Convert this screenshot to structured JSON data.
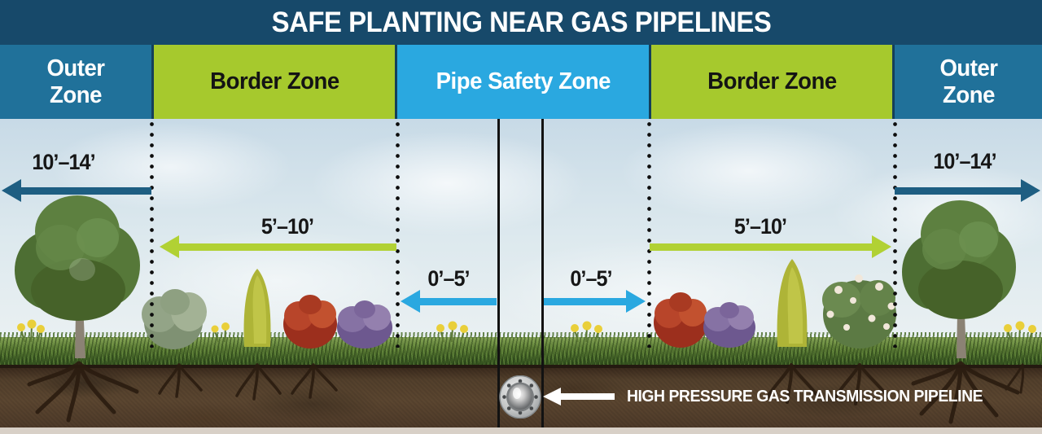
{
  "title": "SAFE PLANTING NEAR GAS PIPELINES",
  "zones": [
    {
      "id": "outer-left",
      "label": "Outer Zone"
    },
    {
      "id": "border-left",
      "label": "Border Zone"
    },
    {
      "id": "pipe-safety",
      "label": "Pipe Safety Zone"
    },
    {
      "id": "border-right",
      "label": "Border Zone"
    },
    {
      "id": "outer-right",
      "label": "Outer Zone"
    }
  ],
  "measurements": {
    "outer_left": "10’–14’",
    "border_left": "5’–10’",
    "pipe_left": "0’–5’",
    "pipe_right": "0’–5’",
    "border_right": "5’–10’",
    "outer_right": "10’–14’"
  },
  "callout": {
    "label": "HIGH PRESSURE GAS TRANSMISSION PIPELINE"
  },
  "colors": {
    "banner_navy": "#17496a",
    "outer_zone_teal": "#20719a",
    "border_zone_green": "#a6c92d",
    "pipe_zone_blue": "#2aa8e0",
    "outer_range_arrow": "#1e5e82",
    "border_range_arrow": "#b1d134",
    "pipe_range_arrow": "#2aa8e0",
    "callout_white": "#ffffff"
  }
}
